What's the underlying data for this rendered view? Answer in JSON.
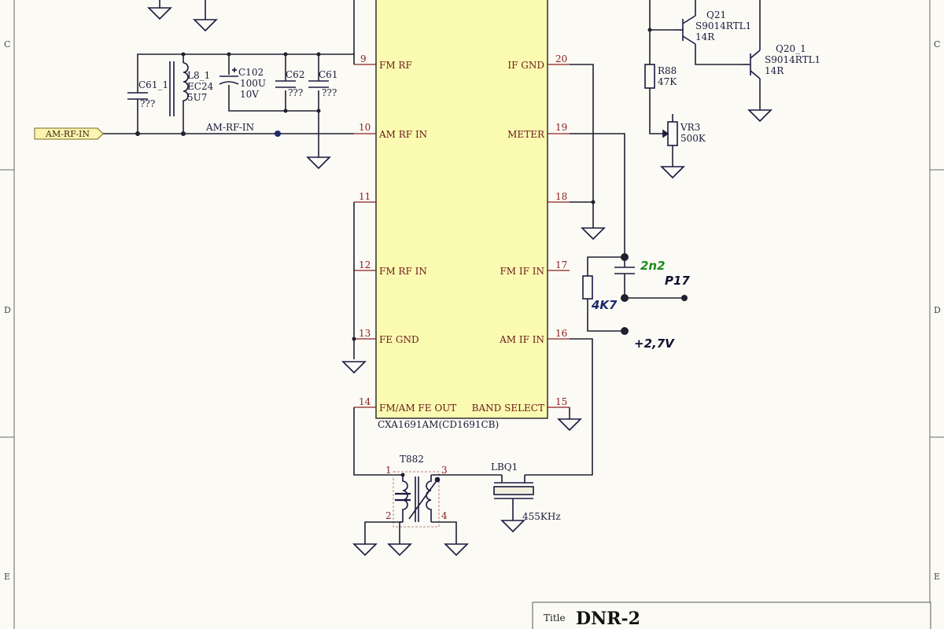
{
  "ic": {
    "part_name": "CXA1691AM(CD1691CB)",
    "left_pins": [
      {
        "num": "9",
        "name": "FM RF"
      },
      {
        "num": "10",
        "name": "AM RF IN"
      },
      {
        "num": "11",
        "name": ""
      },
      {
        "num": "12",
        "name": "FM RF IN"
      },
      {
        "num": "13",
        "name": "FE GND"
      },
      {
        "num": "14",
        "name": "FM/AM FE OUT"
      }
    ],
    "right_pins": [
      {
        "num": "20",
        "name": "IF GND"
      },
      {
        "num": "19",
        "name": "METER"
      },
      {
        "num": "18",
        "name": ""
      },
      {
        "num": "17",
        "name": "FM IF IN"
      },
      {
        "num": "16",
        "name": "AM IF IN"
      },
      {
        "num": "15",
        "name": "BAND SELECT"
      }
    ]
  },
  "components": {
    "c61_1": {
      "ref": "C61_1",
      "value": "???"
    },
    "l8_1": {
      "ref": "L8_1",
      "value1": "EC24",
      "value2": "5U7"
    },
    "c102": {
      "ref": "C102",
      "value1": "100U",
      "value2": "10V"
    },
    "c62": {
      "ref": "C62",
      "value": "???"
    },
    "c61": {
      "ref": "C61",
      "value": "???"
    },
    "q21": {
      "ref": "Q21",
      "part": "S9014RTL1",
      "value": "14R"
    },
    "q20_1": {
      "ref": "Q20_1",
      "part": "S9014RTL1",
      "value": "14R"
    },
    "r88": {
      "ref": "R88",
      "value": "47K"
    },
    "vr3": {
      "ref": "VR3",
      "value": "500K"
    },
    "t882": {
      "ref": "T882",
      "pins": [
        "1",
        "2",
        "3",
        "4"
      ]
    },
    "lbq1": {
      "ref": "LBQ1",
      "value": "455KHz"
    }
  },
  "net_labels": {
    "port": "AM-RF-IN",
    "wire": "AM-RF-IN"
  },
  "annotations": {
    "cap": "2n2",
    "res": "4K7",
    "point": "P17",
    "voltage": "+2,7V"
  },
  "border": {
    "left": [
      "C",
      "D",
      "E"
    ],
    "right": [
      "C",
      "D",
      "E"
    ]
  },
  "title_block": {
    "label": "Title",
    "value": "DNR-2"
  },
  "colors": {
    "ic_fill": "#fafab0",
    "wire": "#202030",
    "pin": "#8a2020",
    "annot_green": "#1a8a1a",
    "annot_blue": "#1a2a6a"
  }
}
